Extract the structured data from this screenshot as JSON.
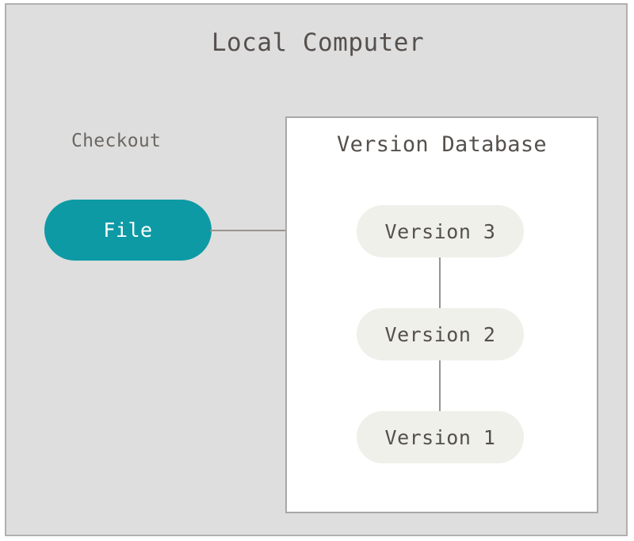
{
  "diagram": {
    "title": "Local Computer",
    "background_color": "#dedede",
    "border_color": "#b0b0b0",
    "checkout": {
      "label": "Checkout",
      "node": {
        "label": "File",
        "fill_color": "#0d9aa5",
        "text_color": "#ffffff"
      }
    },
    "version_database": {
      "title": "Version Database",
      "fill_color": "#ffffff",
      "border_color": "#a8a8a8",
      "nodes": [
        {
          "label": "Version 3",
          "fill_color": "#eff0ea",
          "text_color": "#55504d"
        },
        {
          "label": "Version 2",
          "fill_color": "#eff0ea",
          "text_color": "#55504d"
        },
        {
          "label": "Version 1",
          "fill_color": "#eff0ea",
          "text_color": "#55504d"
        }
      ]
    },
    "connector_color": "#9a948f"
  }
}
